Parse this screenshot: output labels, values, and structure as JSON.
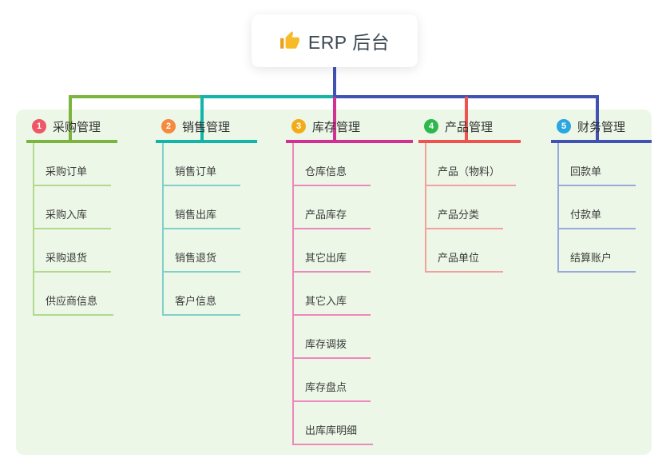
{
  "canvas": {
    "background": "#ffffff",
    "panel_color": "#ecf7e7"
  },
  "root": {
    "title": "ERP 后台",
    "icon": "thumbs-up",
    "icon_color": "#f7bb2a",
    "stem_color": "#4053b3"
  },
  "branches": [
    {
      "index": "1",
      "label": "采购管理",
      "badge_color": "#ef5666",
      "line_color": "#7cb440",
      "child_line_color": "#b2d98e",
      "children": [
        "采购订单",
        "采购入库",
        "采购退货",
        "供应商信息"
      ]
    },
    {
      "index": "2",
      "label": "销售管理",
      "badge_color": "#f68a3c",
      "line_color": "#13b5a9",
      "child_line_color": "#7fd0c9",
      "children": [
        "销售订单",
        "销售出库",
        "销售退货",
        "客户信息"
      ]
    },
    {
      "index": "3",
      "label": "库存管理",
      "badge_color": "#f2ac19",
      "line_color": "#d23093",
      "child_line_color": "#ef86bd",
      "children": [
        "仓库信息",
        "产品库存",
        "其它出库",
        "其它入库",
        "库存调拨",
        "库存盘点",
        "出库库明细"
      ]
    },
    {
      "index": "4",
      "label": "产品管理",
      "badge_color": "#2db84d",
      "line_color": "#ee5350",
      "child_line_color": "#f5a09d",
      "children": [
        "产品（物料）",
        "产品分类",
        "产品单位"
      ]
    },
    {
      "index": "5",
      "label": "财务管理",
      "badge_color": "#2aa7e0",
      "line_color": "#4053b3",
      "child_line_color": "#97a9dd",
      "children": [
        "回款单",
        "付款单",
        "结算账户"
      ]
    }
  ]
}
